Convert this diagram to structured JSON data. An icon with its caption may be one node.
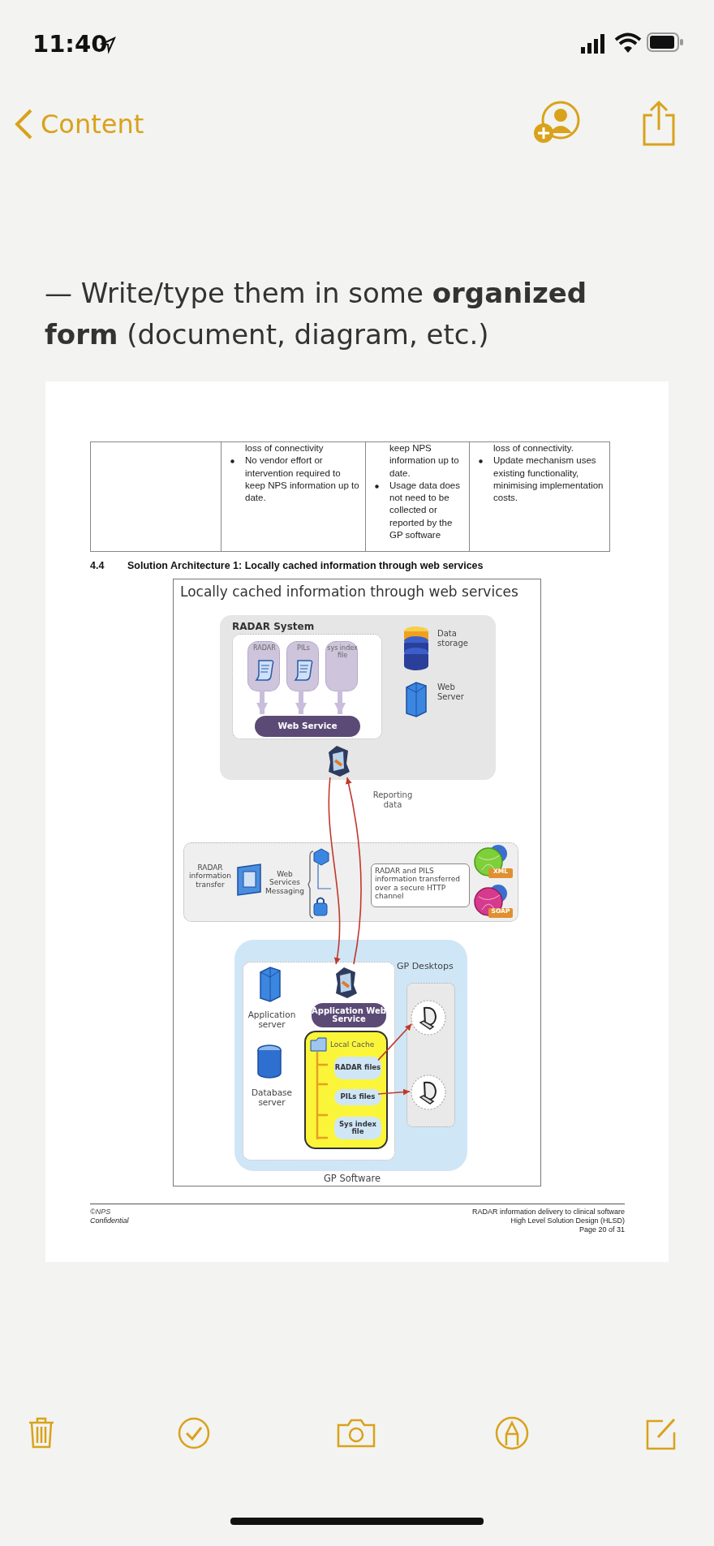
{
  "diagram": {
    "nodes": [
      {
        "text": [
          "Locally cached information through web services"
        ]
      },
      {
        "text": [
          "RADAR System"
        ],
        "in": 0
      },
      {
        "text": [],
        "shape": "box",
        "in": 1
      },
      {
        "text": [
          "RADAR"
        ],
        "in": 2
      },
      {
        "text": [
          "PILs"
        ],
        "in": 2
      },
      {
        "text": [
          "sys index file"
        ],
        "in": 2
      },
      {
        "text": [
          "Web Service"
        ],
        "in": 2
      },
      {
        "text": [
          "Data storage"
        ],
        "in": 1
      },
      {
        "text": [
          "Web Server"
        ],
        "in": 1
      },
      {
        "text": [],
        "shape": "icon",
        "in": 1
      },
      {
        "text": [
          "RADAR information transfer"
        ],
        "in": 0
      },
      {
        "text": [
          "Web Services Messaging"
        ],
        "in": 10
      },
      {
        "text": [
          "RADAR and PILS information transferred over a secure HTTP channel"
        ],
        "in": 10
      },
      {
        "text": [
          "XML"
        ],
        "in": 10
      },
      {
        "text": [
          "SOAP"
        ],
        "in": 10
      },
      {
        "text": [
          "GP Software"
        ],
        "in": 0
      },
      {
        "text": [],
        "shape": "box",
        "in": 15
      },
      {
        "text": [
          "Application server"
        ],
        "in": 16
      },
      {
        "text": [
          "Database server"
        ],
        "in": 16
      },
      {
        "text": [],
        "shape": "icon",
        "in": 16
      },
      {
        "text": [
          "Application Web Service"
        ],
        "in": 16
      },
      {
        "text": [
          "Local Cache"
        ],
        "in": 16
      },
      {
        "text": [
          "RADAR files"
        ],
        "in": 21
      },
      {
        "text": [
          "PILs files"
        ],
        "in": 21
      },
      {
        "text": [
          "Sys index file"
        ],
        "in": 21
      },
      {
        "text": [
          "GP Desktops"
        ],
        "in": 15
      },
      {
        "text": [],
        "shape": "computer",
        "in": 25
      },
      {
        "text": [],
        "shape": "computer",
        "in": 25
      }
    ],
    "edges": [
      {
        "from": 3,
        "to": 6,
        "arrow": "to",
        "style": "thick",
        "color": "#c8bedb"
      },
      {
        "from": 4,
        "to": 6,
        "arrow": "to",
        "style": "thick",
        "color": "#c8bedb"
      },
      {
        "from": 5,
        "to": 6,
        "arrow": "to",
        "style": "thick",
        "color": "#c8bedb"
      },
      {
        "from": 9,
        "to": 19,
        "arrow": "to"
      },
      {
        "from": 19,
        "to": 9,
        "arrow": "to",
        "label": "Reporting data"
      },
      {
        "from": 22,
        "to": 26,
        "arrow": "to"
      },
      {
        "from": 23,
        "to": 27,
        "arrow": "to"
      }
    ],
    "labels": [
      "11:40",
      "Content",
      "— Write/type them in some **organized form** (document, diagram, etc.)",
      "loss of connectivity",
      "No vendor effort or intervention required to keep NPS information up to date.",
      "keep NPS information up to date.",
      "Usage data does not need to be collected or reported by the GP software",
      "loss of connectivity.",
      "Update mechanism uses existing functionality, minimising implementation costs.",
      "4.4",
      "Solution Architecture 1: Locally cached information through web services",
      "©NPS",
      "Confidential",
      "RADAR information delivery to clinical software",
      "High Level Solution Design (HLSD)",
      "Page 20 of 31"
    ]
  }
}
